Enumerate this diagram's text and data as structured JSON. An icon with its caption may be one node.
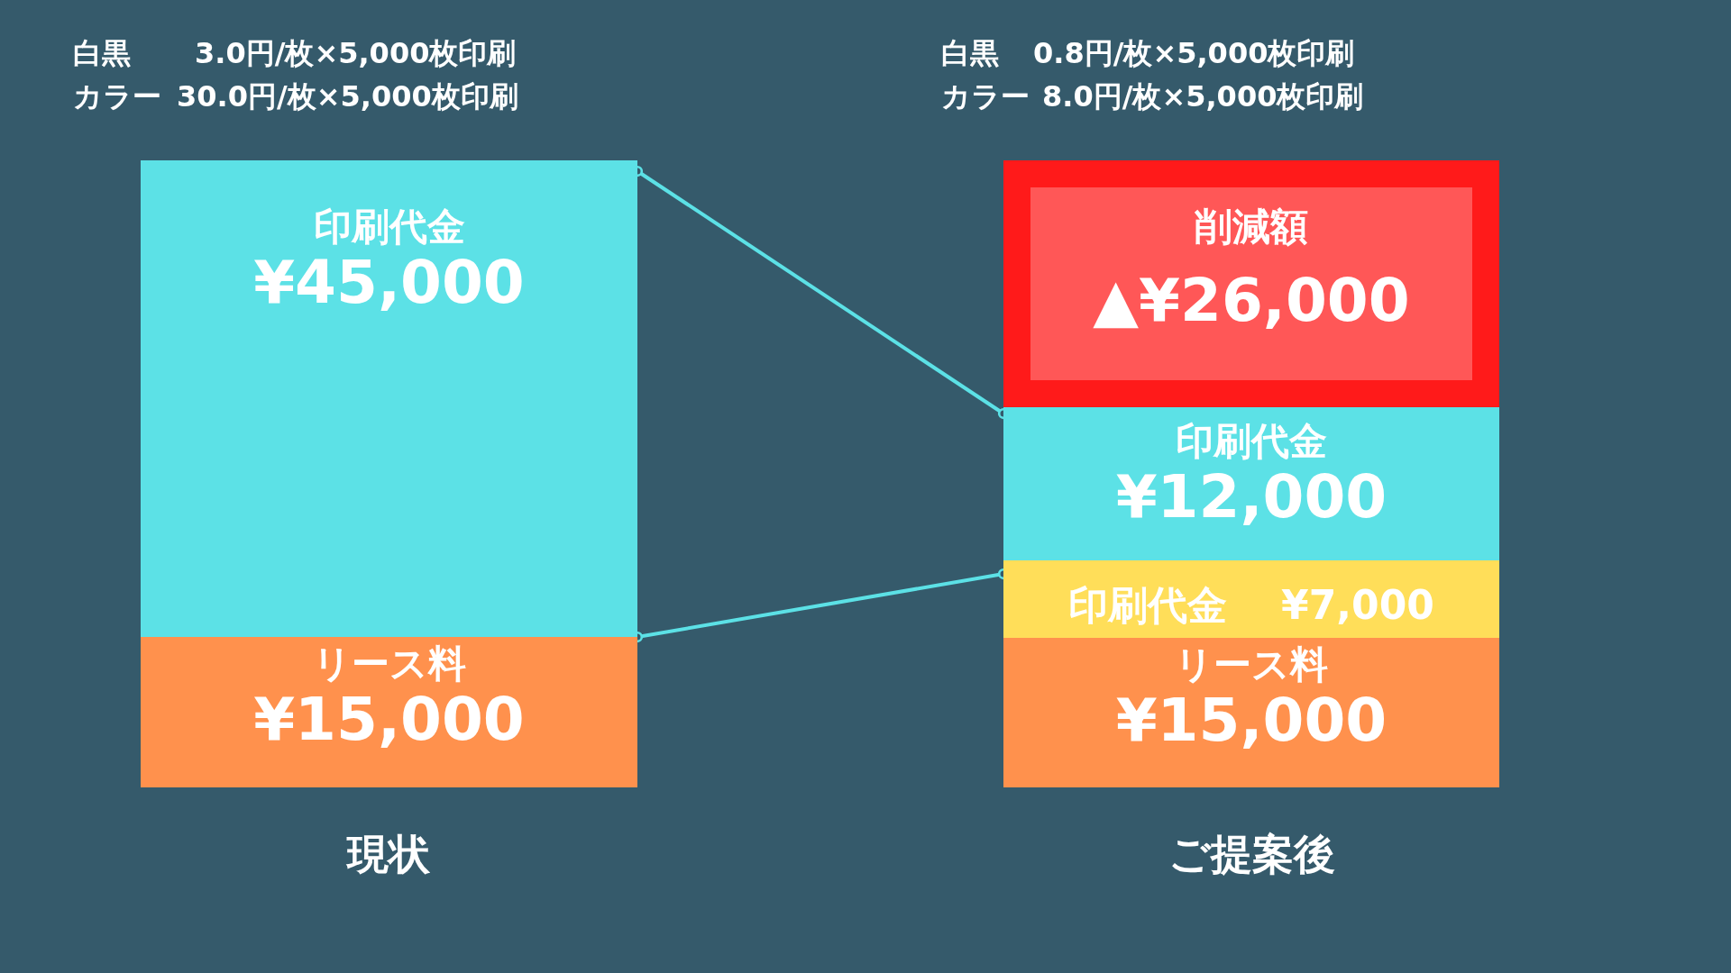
{
  "diagram": {
    "nodes": [
      {
        "text": [
          "印刷代金",
          "¥45,000"
        ]
      },
      {
        "text": [
          "リース料",
          "¥15,000"
        ]
      },
      {
        "text": [
          "削減額",
          "▲¥26,000"
        ]
      },
      {
        "text": [
          "印刷代金",
          "¥12,000"
        ]
      },
      {
        "text": [
          "印刷代金",
          "¥7,000"
        ]
      },
      {
        "text": [
          "リース料",
          "¥15,000"
        ]
      }
    ],
    "edges": [
      {
        "from": 0,
        "to": 3,
        "arrow": "other"
      },
      {
        "from": 1,
        "to": 4,
        "arrow": "other"
      }
    ],
    "labels": [
      "白黒",
      "3.0円/枚×5,000枚印刷",
      "白黒",
      "0.8円/枚×5,000枚印刷",
      "カラー",
      "30.0円/枚×5,000枚印刷",
      "カラー",
      "8.0円/枚×5,000枚印刷",
      "現状",
      "ご提案後"
    ]
  }
}
